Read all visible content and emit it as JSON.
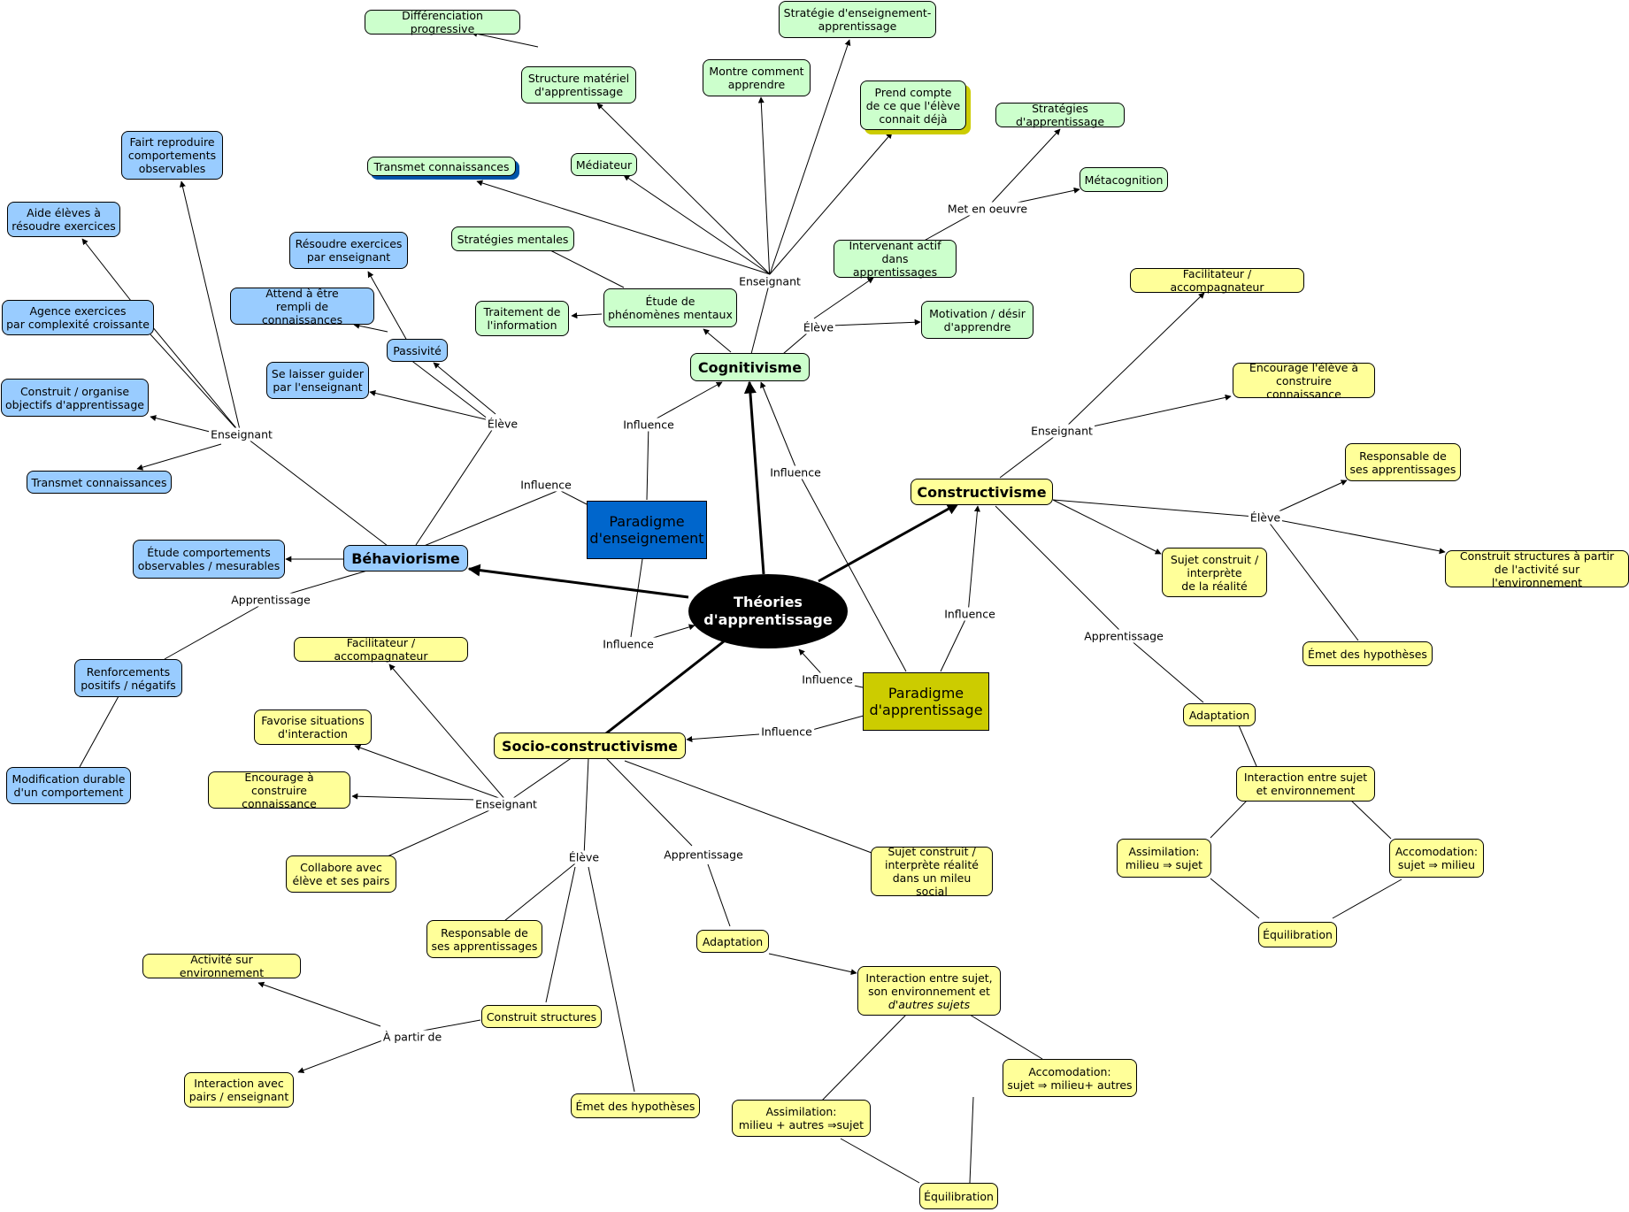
{
  "center": "Théories\nd'apprentissage",
  "paradigms": {
    "enseignement": "Paradigme\nd'enseignement",
    "apprentissage": "Paradigme\nd'apprentissage"
  },
  "theories": {
    "behaviorisme": "Béhaviorisme",
    "cognitivisme": "Cognitivisme",
    "constructivisme": "Constructivisme",
    "socio": "Socio-constructivisme"
  },
  "labels": {
    "influence": "Influence",
    "enseignant": "Enseignant",
    "eleve": "Élève",
    "apprentissage": "Apprentissage",
    "met_en_oeuvre": "Met en oeuvre",
    "a_partir_de": "À partir de"
  },
  "behav": {
    "fairt": "Fairt reproduire\ncomportements\nobservables",
    "aide": "Aide élèves à\nrésoudre exercices",
    "agence": "Agence exercices\npar complexité croissante",
    "construit": "Construit / organise\nobjectifs d'apprentissage",
    "transmet": "Transmet connaissances",
    "resoudre": "Résoudre exercices\npar enseignant",
    "attend": "Attend à être\nrempli de connaissances",
    "passivite": "Passivité",
    "laisser": "Se laisser guider\npar l'enseignant",
    "etude": "Étude comportements\nobservables / mesurables",
    "renforcements": "Renforcements\npositifs / négatifs",
    "modification": "Modification durable\nd'un comportement"
  },
  "cogn": {
    "differenciation": "Différenciation progressive",
    "structure": "Structure matériel\nd'apprentissage",
    "strategie_ens": "Stratégie d'enseignement-\napprentissage",
    "montre": "Montre comment\napprendre",
    "prend": "Prend compte\nde ce que l'élève\nconnait déjà",
    "strategies_app": "Stratégies d'apprentissage",
    "metacognition": "Métacognition",
    "transmet": "Transmet connaissances",
    "mediateur": "Médiateur",
    "strategies_mentales": "Stratégies mentales",
    "etude": "Étude de\nphénomènes mentaux",
    "traitement": "Traitement de\nl'information",
    "intervenant": "Intervenant actif\ndans apprentissages",
    "motivation": "Motivation / désir\nd'apprendre"
  },
  "const": {
    "facilitateur": "Facilitateur / accompagnateur",
    "encourage": "Encourage l'élève à\nconstruire connaissance",
    "responsable": "Responsable de\nses apprentissages",
    "construit_struct": "Construit structures à partir\nde l'activité sur l'environnement",
    "sujet": "Sujet construit /\ninterprète\nde la réalité",
    "emet": "Émet des hypothèses",
    "adaptation": "Adaptation",
    "interaction": "Interaction entre sujet\net environnement",
    "assimilation": "Assimilation:\nmilieu ⇒ sujet",
    "accomodation": "Accomodation:\nsujet ⇒ milieu",
    "equilibration": "Équilibration"
  },
  "socio": {
    "facilitateur": "Facilitateur / accompagnateur",
    "favorise": "Favorise situations\nd'interaction",
    "encourage": "Encourage à\nconstruire connaissance",
    "collabore": "Collabore avec\nélève et ses pairs",
    "responsable": "Responsable de\nses apprentissages",
    "activite": "Activité sur environnement",
    "construit": "Construit structures",
    "interaction_pairs": "Interaction avec\npairs / enseignant",
    "emet": "Émet des hypothèses",
    "sujet": "Sujet construit /\ninterprète réalité\ndans un mileu social",
    "adaptation": "Adaptation",
    "interaction_a": "Interaction entre sujet,\nson environnement et",
    "interaction_b": "d'autres sujets",
    "accomodation": "Accomodation:\nsujet ⇒ milieu+ autres",
    "assimilation": "Assimilation:\nmilieu + autres ⇒sujet",
    "equilibration": "Équilibration"
  },
  "colors": {
    "behaviorisme": "#99ccff",
    "cognitivisme": "#ccffcc",
    "constructivisme": "#ffff99",
    "paradigme_enseignement": "#0066cc",
    "paradigme_apprentissage": "#cccc00"
  }
}
